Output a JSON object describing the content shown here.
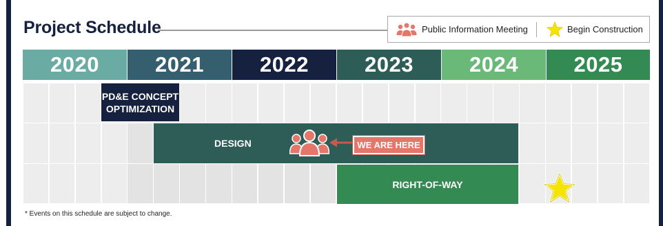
{
  "title": "Project Schedule",
  "legend": {
    "meeting_label": "Public Information Meeting",
    "meeting_icon": "people-group-icon",
    "construction_label": "Begin Construction",
    "construction_icon": "star-icon"
  },
  "years": [
    {
      "label": "2020",
      "color": "#6aaba3"
    },
    {
      "label": "2021",
      "color": "#355f6e"
    },
    {
      "label": "2022",
      "color": "#16213f"
    },
    {
      "label": "2023",
      "color": "#2e5d58"
    },
    {
      "label": "2024",
      "color": "#6ab979"
    },
    {
      "label": "2025",
      "color": "#348a53"
    }
  ],
  "activities": {
    "pde": {
      "line1": "PD&E CONCEPT",
      "line2": "OPTIMIZATION",
      "color": "#16213f"
    },
    "design": {
      "label": "DESIGN",
      "color": "#2e5d58"
    },
    "row": {
      "label": "RIGHT-OF-WAY",
      "color": "#348a53"
    }
  },
  "here_marker": {
    "label": "WE ARE HERE",
    "color": "#e5766a"
  },
  "colors": {
    "meeting": "#e5766a",
    "star": "#f5e400"
  },
  "footnote": "* Events on this schedule are subject to change."
}
